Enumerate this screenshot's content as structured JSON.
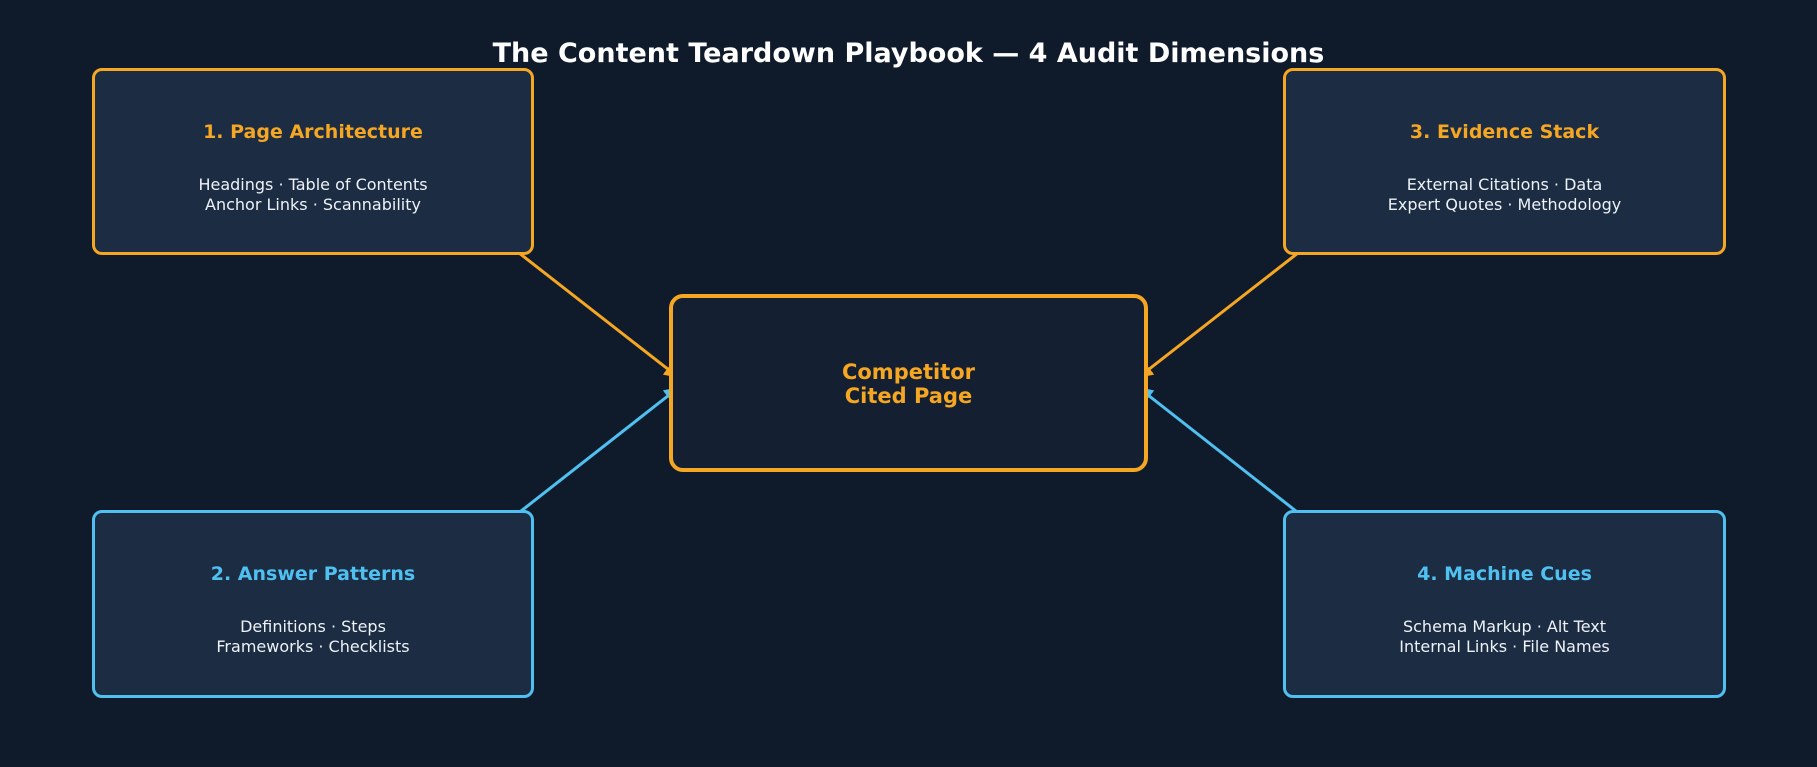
{
  "title": "The Content Teardown Playbook — 4 Audit Dimensions",
  "colors": {
    "background": "#0f1b2b",
    "orange_accent": "#f5a623",
    "blue_accent": "#4fc0f0",
    "box_fill": "#1b2c43",
    "center_fill": "#142032"
  },
  "center": {
    "line1": "Competitor",
    "line2": "Cited Page"
  },
  "dimensions": [
    {
      "title": "1. Page Architecture",
      "line1": "Headings · Table of Contents",
      "line2": "Anchor Links · Scannability",
      "color": "orange"
    },
    {
      "title": "2. Answer Patterns",
      "line1": "Definitions · Steps",
      "line2": "Frameworks · Checklists",
      "color": "blue"
    },
    {
      "title": "3. Evidence Stack",
      "line1": "External Citations · Data",
      "line2": "Expert Quotes · Methodology",
      "color": "orange"
    },
    {
      "title": "4. Machine Cues",
      "line1": "Schema Markup · Alt Text",
      "line2": "Internal Links · File Names",
      "color": "blue"
    }
  ]
}
